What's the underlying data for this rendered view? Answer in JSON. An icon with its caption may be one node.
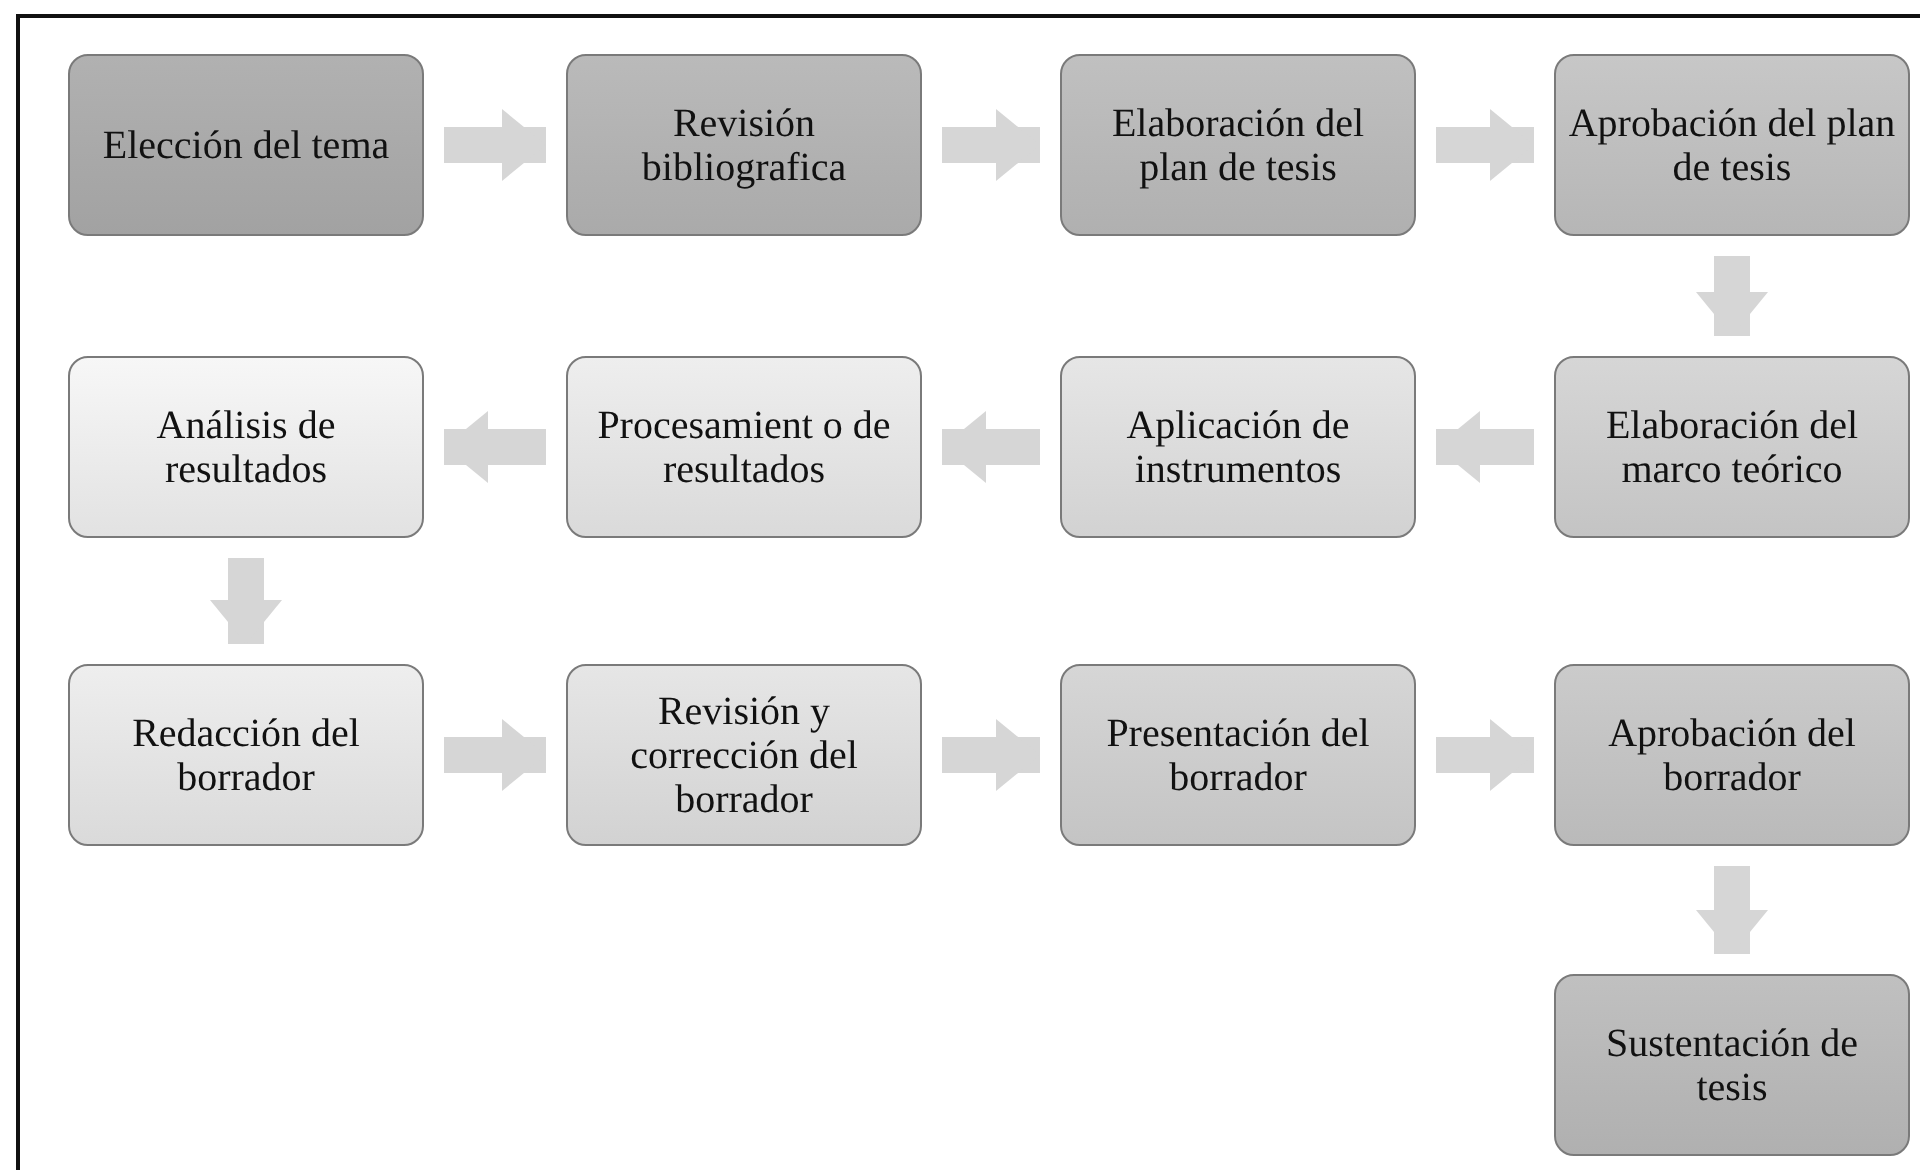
{
  "diagram": {
    "nodes": [
      {
        "text": [
          "Elección del tema"
        ]
      },
      {
        "text": [
          "Revisión bibliografica"
        ]
      },
      {
        "text": [
          "Elaboración del plan de tesis"
        ]
      },
      {
        "text": [
          "Aprobación del plan de tesis"
        ]
      },
      {
        "text": [
          "Elaboración del marco teórico"
        ]
      },
      {
        "text": [
          "Aplicación de instrumentos"
        ]
      },
      {
        "text": [
          "Procesamient o de resultados"
        ]
      },
      {
        "text": [
          "Análisis de resultados"
        ]
      },
      {
        "text": [
          "Redacción del borrador"
        ]
      },
      {
        "text": [
          "Revisión y corrección del borrador"
        ]
      },
      {
        "text": [
          "Presentación del borrador"
        ]
      },
      {
        "text": [
          "Aprobación del borrador"
        ]
      },
      {
        "text": [
          "Sustentación de tesis"
        ]
      }
    ],
    "edges": [
      {
        "from": 0,
        "to": 1,
        "arrow": "to"
      },
      {
        "from": 1,
        "to": 2,
        "arrow": "to"
      },
      {
        "from": 2,
        "to": 3,
        "arrow": "to"
      },
      {
        "from": 3,
        "to": 4,
        "arrow": "to"
      },
      {
        "from": 4,
        "to": 5,
        "arrow": "to"
      },
      {
        "from": 5,
        "to": 6,
        "arrow": "to"
      },
      {
        "from": 6,
        "to": 7,
        "arrow": "to"
      },
      {
        "from": 7,
        "to": 8,
        "arrow": "to"
      },
      {
        "from": 8,
        "to": 9,
        "arrow": "to"
      },
      {
        "from": 9,
        "to": 10,
        "arrow": "to"
      },
      {
        "from": 10,
        "to": 11,
        "arrow": "to"
      },
      {
        "from": 11,
        "to": 12,
        "arrow": "to"
      }
    ]
  }
}
